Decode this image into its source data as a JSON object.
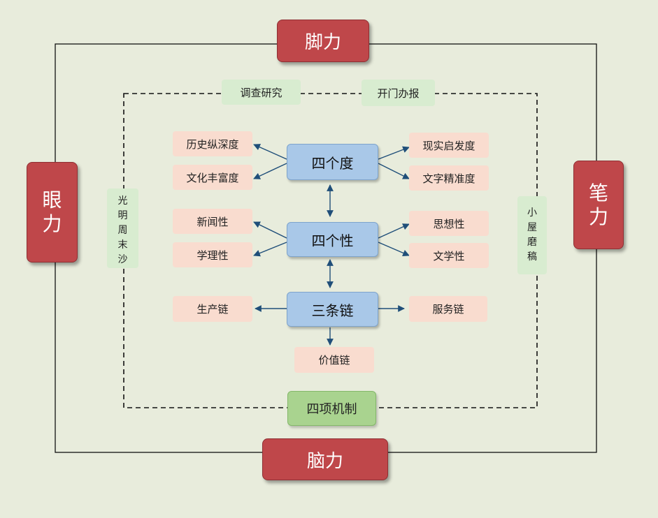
{
  "outer": {
    "top": "脚力",
    "bottom": "脑力",
    "left": "眼力",
    "right": "笔力"
  },
  "middle": {
    "top_left": "调查研究",
    "top_right": "开门办报",
    "left": "光明周末沙龙",
    "right": "小屋磨稿",
    "bottom": "四项机制"
  },
  "core": {
    "four_degrees": {
      "title": "四个度",
      "left": [
        "历史纵深度",
        "文化丰富度"
      ],
      "right": [
        "现实启发度",
        "文字精准度"
      ]
    },
    "four_natures": {
      "title": "四个性",
      "left": [
        "新闻性",
        "学理性"
      ],
      "right": [
        "思想性",
        "文学性"
      ]
    },
    "three_chains": {
      "title": "三条链",
      "left": "生产链",
      "right": "服务链",
      "bottom": "价值链"
    }
  },
  "colors": {
    "background": "#e8ecdc",
    "red": "#bf474a",
    "blue": "#a9c8e8",
    "pink": "#f9dccf",
    "green_light": "#d8ecd0",
    "green_dark": "#a9d38f",
    "arrow": "#1f4e79"
  }
}
